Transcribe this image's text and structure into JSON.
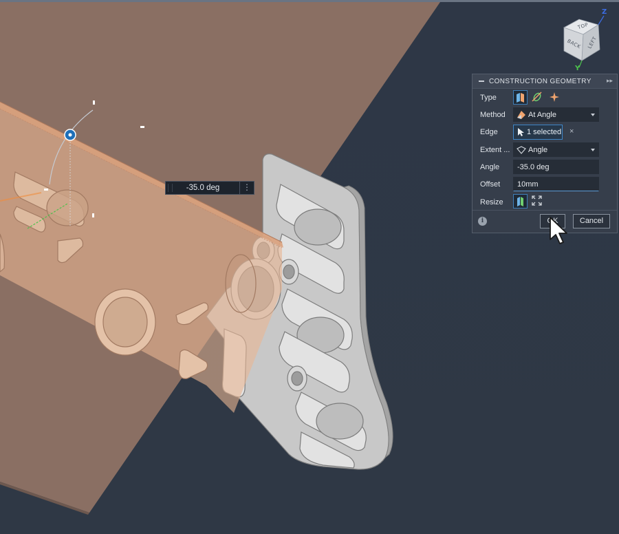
{
  "panel": {
    "title": "CONSTRUCTION GEOMETRY",
    "rows": {
      "type_label": "Type",
      "method_label": "Method",
      "method_value": "At Angle",
      "edge_label": "Edge",
      "edge_value": "1 selected",
      "extent_label": "Extent ...",
      "extent_value": "Angle",
      "angle_label": "Angle",
      "angle_value": "-35.0 deg",
      "offset_label": "Offset",
      "offset_value": "10mm",
      "resize_label": "Resize"
    },
    "ok_label": "OK",
    "cancel_label": "Cancel",
    "info_glyph": "i",
    "clear_glyph": "×",
    "expand_glyph": "▸▸"
  },
  "canvas": {
    "angle_overlay_value": "-35.0 deg",
    "overlay_menu_glyph": "⋮"
  },
  "navcube": {
    "face_top": "TOP",
    "face_left": "BACK",
    "face_right": "LEFT",
    "axis_z": "Z",
    "axis_y": "Y"
  },
  "icons": {
    "type_plane": "plane-icon",
    "type_axis": "axis-icon",
    "type_point": "point-icon",
    "method": "angle-plane-icon",
    "edge": "cursor-arrow-icon",
    "extent": "angle-extent-icon",
    "resize_fit": "resize-fit-icon",
    "resize_expand": "resize-expand-icon",
    "info": "info-icon",
    "mouse": "mouse-pointer-icon"
  },
  "colors": {
    "background": "#2c3542",
    "panel": "#363e4b",
    "field": "#262d37",
    "accent_blue": "#3f86c8",
    "plane_tan": "#8a6f63",
    "part_gray": "#c9c9c9",
    "construction_plane": "#e9b692"
  }
}
